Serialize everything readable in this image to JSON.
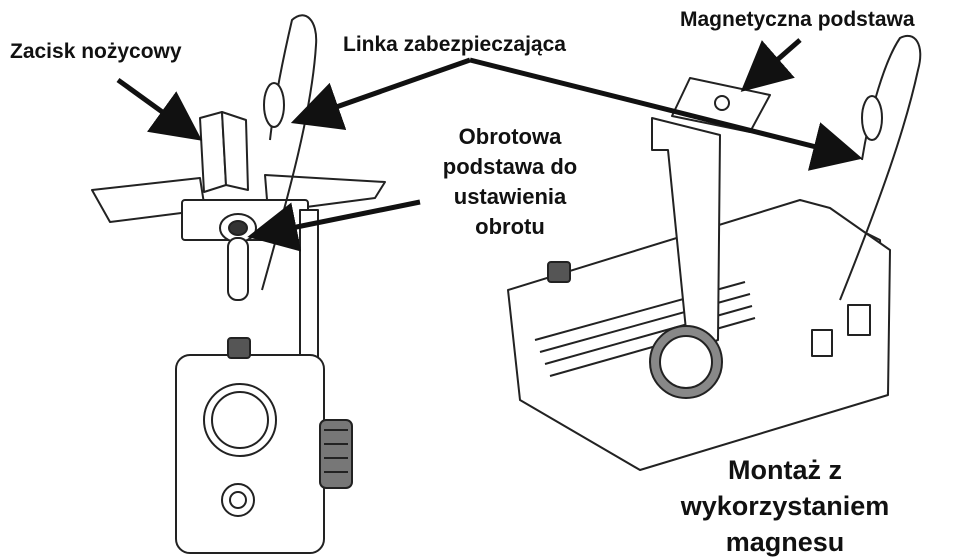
{
  "labels": {
    "scissor_clamp": "Zacisk nożycowy",
    "safety_cable": "Linka zabezpieczająca",
    "magnetic_base": "Magnetyczna podstawa",
    "rotating_base_line1": "Obrotowa",
    "rotating_base_line2": "podstawa do",
    "rotating_base_line3": "ustawienia",
    "rotating_base_line4": "obrotu",
    "magnet_mount_line1": "Montaż z",
    "magnet_mount_line2": "wykorzystaniem",
    "magnet_mount_line3": "magnesu"
  }
}
